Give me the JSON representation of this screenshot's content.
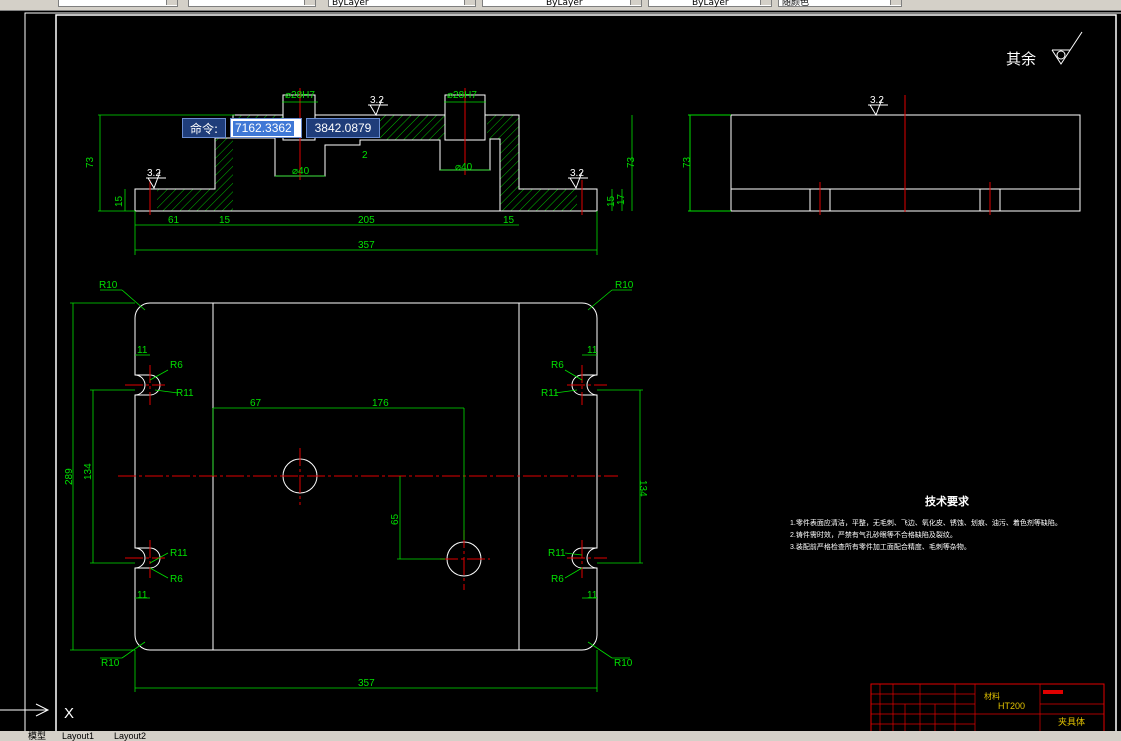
{
  "toolbar": {
    "layer_dropdown": "ByLayer",
    "linetype_dropdown": "ByLayer",
    "lineweight_dropdown": "ByLayer",
    "plotstyle_dropdown": "随颜色"
  },
  "command_input": {
    "label": "命令:",
    "x_value": "7162.3362",
    "y_value": "3842.0879"
  },
  "drawing": {
    "surface_note": "其余",
    "roughness": "3.2",
    "dims": {
      "bore1": "⌀28H7",
      "bore2": "⌀28H7",
      "d40a": "⌀40",
      "d40b": "⌀40",
      "h73": "73",
      "h15": "15",
      "h17": "17",
      "two": "2",
      "d61": "61",
      "d15": "15",
      "d205": "205",
      "d357": "357",
      "r10": "R10",
      "r6": "R6",
      "r11": "R11",
      "w11": "11",
      "d67": "67",
      "d176": "176",
      "d65": "65",
      "d134": "134",
      "d289": "289"
    },
    "tech_req": {
      "title": "技术要求",
      "items": [
        "1.零件表面应清洁，平整，无毛刺、飞边、氧化皮、锈蚀、划痕、油污、着色剂等缺陷。",
        "2.铸件需时效，严禁有气孔砂眼等不合格缺陷及裂纹。",
        "3.装配前严格检查所有零件加工面配合精度、毛刺等杂物。"
      ]
    },
    "title_block": {
      "material": "HT200",
      "material_label": "材料",
      "part_name": "夹具体"
    },
    "ucs_label": "X"
  },
  "layout_tabs": [
    "模型",
    "Layout1",
    "Layout2"
  ]
}
